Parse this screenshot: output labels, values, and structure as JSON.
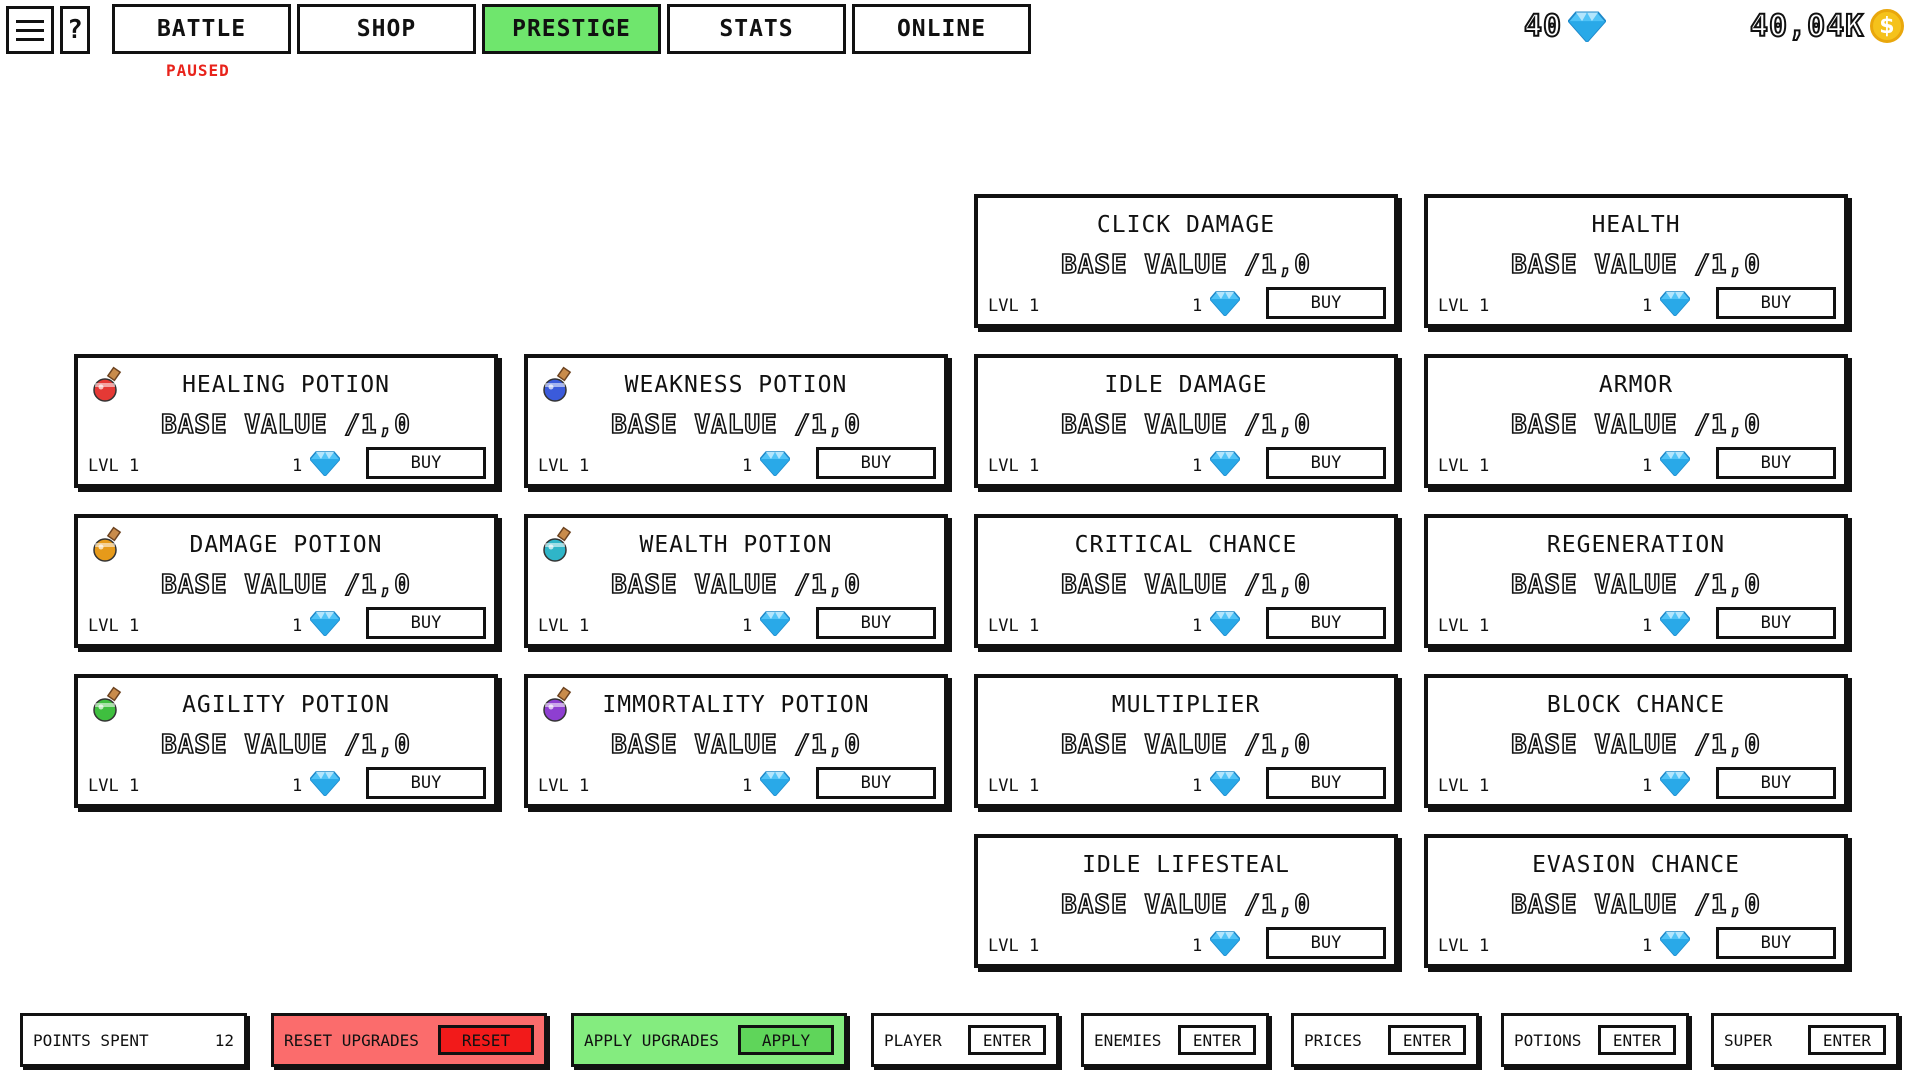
{
  "header": {
    "help_label": "?",
    "tabs": [
      {
        "label": "BATTLE",
        "active": false
      },
      {
        "label": "SHOP",
        "active": false
      },
      {
        "label": "PRESTIGE",
        "active": true
      },
      {
        "label": "STATS",
        "active": false
      },
      {
        "label": "ONLINE",
        "active": false
      }
    ],
    "status": "PAUSED",
    "gems": "40",
    "coins": "40,04K",
    "coin_symbol": "$"
  },
  "upgrades": [
    {
      "title": "CLICK DAMAGE",
      "base": "BASE VALUE /1,0",
      "lvl": "LVL 1",
      "cost": "1",
      "buy": "BUY"
    },
    {
      "title": "HEALTH",
      "base": "BASE VALUE /1,0",
      "lvl": "LVL 1",
      "cost": "1",
      "buy": "BUY"
    },
    {
      "title": "HEALING POTION",
      "base": "BASE VALUE /1,0",
      "lvl": "LVL 1",
      "cost": "1",
      "buy": "BUY",
      "icon": "red-potion-icon",
      "color": "#e53935"
    },
    {
      "title": "WEAKNESS POTION",
      "base": "BASE VALUE /1,0",
      "lvl": "LVL 1",
      "cost": "1",
      "buy": "BUY",
      "icon": "blue-potion-icon",
      "color": "#3b5bdb"
    },
    {
      "title": "IDLE DAMAGE",
      "base": "BASE VALUE /1,0",
      "lvl": "LVL 1",
      "cost": "1",
      "buy": "BUY"
    },
    {
      "title": "ARMOR",
      "base": "BASE VALUE /1,0",
      "lvl": "LVL 1",
      "cost": "1",
      "buy": "BUY"
    },
    {
      "title": "DAMAGE POTION",
      "base": "BASE VALUE /1,0",
      "lvl": "LVL 1",
      "cost": "1",
      "buy": "BUY",
      "icon": "orange-potion-icon",
      "color": "#e69a1a"
    },
    {
      "title": "WEALTH POTION",
      "base": "BASE VALUE /1,0",
      "lvl": "LVL 1",
      "cost": "1",
      "buy": "BUY",
      "icon": "cyan-potion-icon",
      "color": "#2fb5c8"
    },
    {
      "title": "CRITICAL CHANCE",
      "base": "BASE VALUE /1,0",
      "lvl": "LVL 1",
      "cost": "1",
      "buy": "BUY"
    },
    {
      "title": "REGENERATION",
      "base": "BASE VALUE /1,0",
      "lvl": "LVL 1",
      "cost": "1",
      "buy": "BUY"
    },
    {
      "title": "AGILITY POTION",
      "base": "BASE VALUE /1,0",
      "lvl": "LVL 1",
      "cost": "1",
      "buy": "BUY",
      "icon": "green-potion-icon",
      "color": "#3fbf3f"
    },
    {
      "title": "IMMORTALITY POTION",
      "base": "BASE VALUE /1,0",
      "lvl": "LVL 1",
      "cost": "1",
      "buy": "BUY",
      "icon": "purple-potion-icon",
      "color": "#8e3fd1"
    },
    {
      "title": "MULTIPLIER",
      "base": "BASE VALUE /1,0",
      "lvl": "LVL 1",
      "cost": "1",
      "buy": "BUY"
    },
    {
      "title": "BLOCK CHANCE",
      "base": "BASE VALUE /1,0",
      "lvl": "LVL 1",
      "cost": "1",
      "buy": "BUY"
    },
    {
      "title": "IDLE LIFESTEAL",
      "base": "BASE VALUE /1,0",
      "lvl": "LVL 1",
      "cost": "1",
      "buy": "BUY"
    },
    {
      "title": "EVASION CHANCE",
      "base": "BASE VALUE /1,0",
      "lvl": "LVL 1",
      "cost": "1",
      "buy": "BUY"
    }
  ],
  "footer": {
    "points_spent_label": "POINTS SPENT",
    "points_spent_value": "12",
    "reset_label": "RESET UPGRADES",
    "reset_button": "RESET",
    "apply_label": "APPLY UPGRADES",
    "apply_button": "APPLY",
    "player_label": "PLAYER",
    "enemies_label": "ENEMIES",
    "prices_label": "PRICES",
    "potions_label": "POTIONS",
    "super_label": "SUPER",
    "enter_label": "ENTER"
  },
  "colors": {
    "accent_green": "#6fe66d",
    "reset_red": "#f21a1a",
    "gem_blue": "#4fc3f7",
    "coin_gold": "#f5c21b"
  }
}
